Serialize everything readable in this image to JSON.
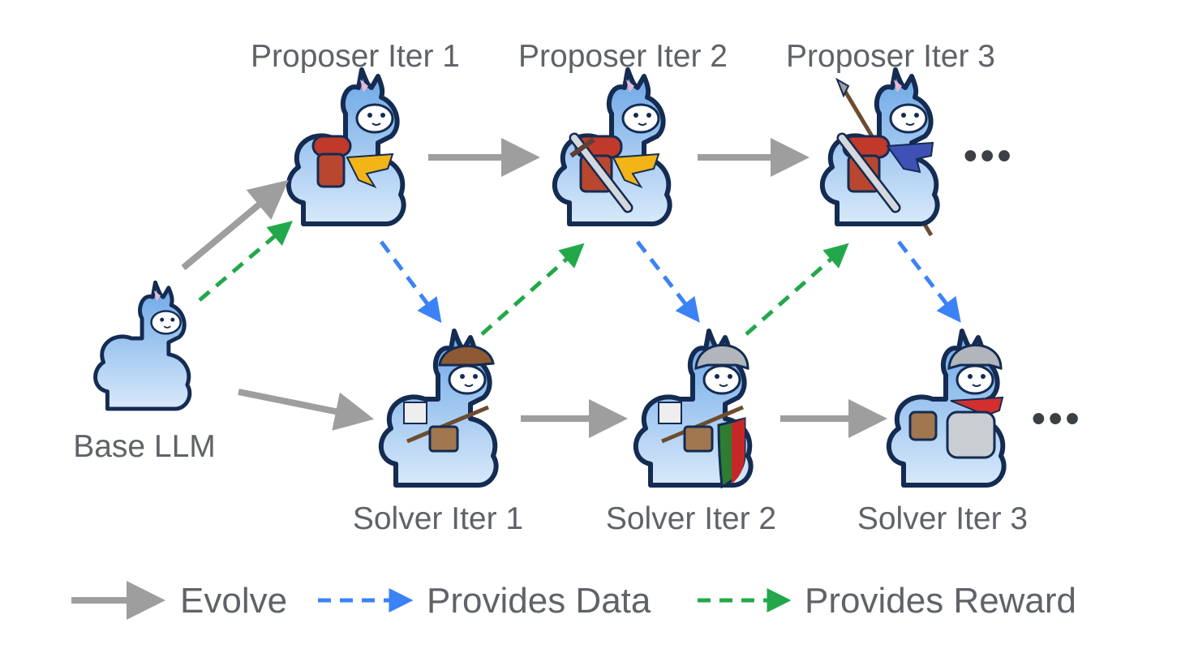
{
  "colors": {
    "evolve": "#9e9e9e",
    "data": "#3b82f6",
    "reward": "#22a84a",
    "label": "#5f6368",
    "llama_fill": "#7fb2e6",
    "llama_outline": "#142b52"
  },
  "nodes": {
    "base": {
      "label": "Base LLM",
      "gear": "none"
    },
    "proposer1": {
      "label": "Proposer Iter 1",
      "gear": "backpack-scarf"
    },
    "proposer2": {
      "label": "Proposer Iter 2",
      "gear": "backpack-scarf-sword"
    },
    "proposer3": {
      "label": "Proposer Iter 3",
      "gear": "backpack-sword-spear-blue-scarf"
    },
    "solver1": {
      "label": "Solver Iter 1",
      "gear": "leather-cap-satchel"
    },
    "solver2": {
      "label": "Solver Iter 2",
      "gear": "helmet-satchel-shield"
    },
    "solver3": {
      "label": "Solver Iter 3",
      "gear": "helmet-armor-red-scarf"
    }
  },
  "continuation": "•••",
  "legend": [
    {
      "label": "Evolve",
      "style": "solid-gray-arrow"
    },
    {
      "label": "Provides Data",
      "style": "dashed-blue-arrow"
    },
    {
      "label": "Provides Reward",
      "style": "dashed-green-arrow"
    }
  ]
}
